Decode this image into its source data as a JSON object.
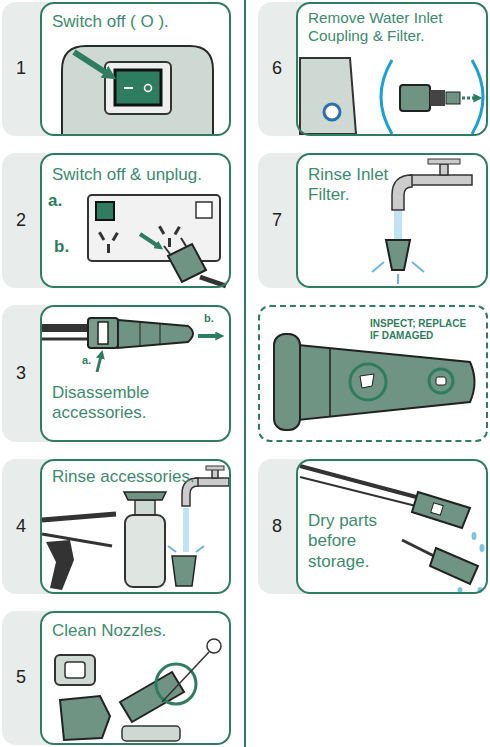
{
  "diagram": {
    "nodes": [
      {
        "text": [
          "1",
          "Switch off ( O )."
        ]
      },
      {
        "text": [
          "2",
          "Switch off & unplug."
        ]
      },
      {
        "text": [
          "3",
          "Disassemble accessories."
        ]
      },
      {
        "text": [
          "4",
          "Rinse accessories."
        ]
      },
      {
        "text": [
          "5",
          "Clean Nozzles."
        ]
      },
      {
        "text": [
          "6",
          "Remove Water Inlet Coupling & Filter."
        ]
      },
      {
        "text": [
          "7",
          "Rinse Inlet Filter."
        ]
      },
      {
        "text": [
          "INSPECT; REPLACE IF DAMAGED"
        ]
      },
      {
        "text": [
          "8",
          "Dry parts before storage."
        ]
      }
    ],
    "labels": [
      "a.",
      "b.",
      "a.",
      "b."
    ]
  }
}
